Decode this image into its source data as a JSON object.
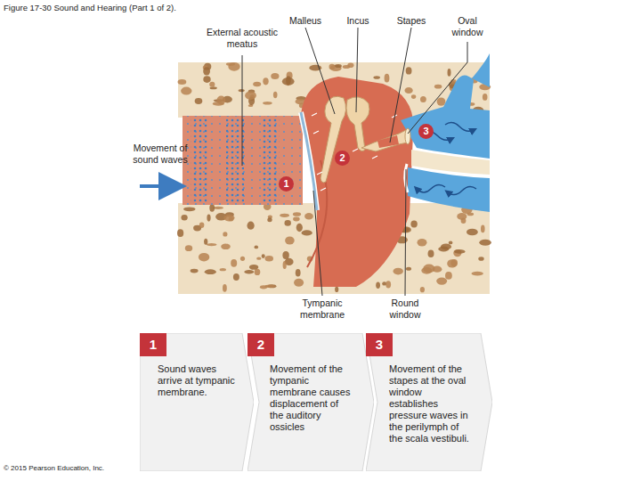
{
  "diagram": {
    "title": "Figure 17-30 Sound and Hearing (Part 1 of 2).",
    "nodes": [
      {
        "text": [
          "1",
          "Sound waves arrive at tympanic membrane."
        ]
      },
      {
        "text": [
          "2",
          "Movement of the tympanic membrane causes displacement of the auditory ossicles"
        ]
      },
      {
        "text": [
          "3",
          "Movement of the stapes at the oval window establishes pressure waves in the perilymph of the scala vestibuli."
        ]
      }
    ],
    "labels": [
      "External acoustic meatus",
      "Malleus",
      "Incus",
      "Stapes",
      "Oval window",
      "3",
      "Movement of sound waves",
      "2",
      "1",
      "Tympanic membrane",
      "Round window",
      "© 2015 Pearson Education, Inc."
    ]
  }
}
